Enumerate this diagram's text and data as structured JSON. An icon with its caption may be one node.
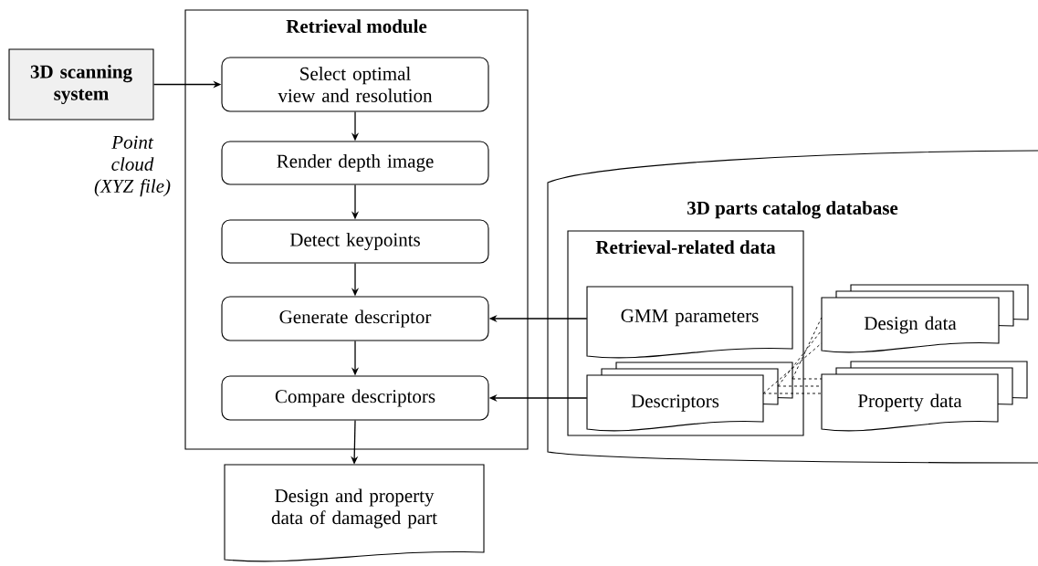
{
  "diagram": {
    "nodes": [
      {
        "text": [
          "Retrieval module"
        ]
      },
      {
        "text": [
          "3D scanning system"
        ],
        "beside": [
          "Point cloud (XYZ file)"
        ]
      },
      {
        "text": [
          "Select optimal view and resolution"
        ],
        "in": 0
      },
      {
        "text": [
          "Render depth image"
        ],
        "in": 0
      },
      {
        "text": [
          "Detect keypoints"
        ],
        "in": 0
      },
      {
        "text": [
          "Generate descriptor"
        ],
        "in": 0
      },
      {
        "text": [
          "Compare descriptors"
        ],
        "in": 0
      },
      {
        "text": [
          "Design and property data of damaged part"
        ]
      },
      {
        "text": [
          "3D parts catalog database"
        ]
      },
      {
        "text": [
          "Retrieval-related data"
        ],
        "in": 8
      },
      {
        "text": [
          "GMM parameters"
        ],
        "in": 9
      },
      {
        "text": [
          "Descriptors"
        ],
        "in": 9
      },
      {
        "text": [
          "Design data"
        ],
        "in": 8
      },
      {
        "text": [
          "Property data"
        ],
        "in": 8
      }
    ],
    "edges": [
      {
        "from": 1,
        "to": 2,
        "arrow": "to"
      },
      {
        "from": 2,
        "to": 3,
        "arrow": "to"
      },
      {
        "from": 3,
        "to": 4,
        "arrow": "to"
      },
      {
        "from": 4,
        "to": 5,
        "arrow": "to"
      },
      {
        "from": 5,
        "to": 6,
        "arrow": "to"
      },
      {
        "from": 6,
        "to": 7,
        "arrow": "to"
      },
      {
        "from": 10,
        "to": 5,
        "arrow": "to"
      },
      {
        "from": 11,
        "to": 6,
        "arrow": "to"
      },
      {
        "from": 11,
        "to": 12,
        "arrow": "none",
        "style": "dashed"
      },
      {
        "from": 11,
        "to": 13,
        "arrow": "none",
        "style": "dashed"
      }
    ]
  }
}
